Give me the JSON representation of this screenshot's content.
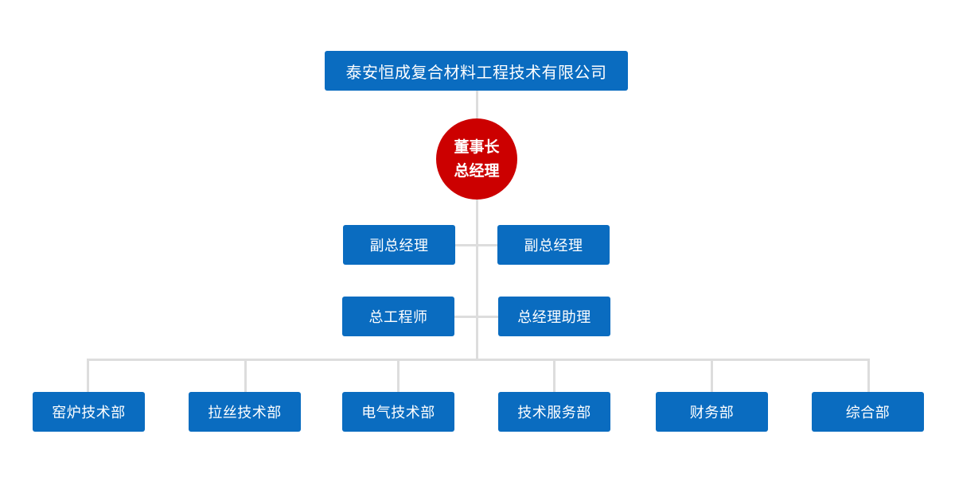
{
  "org": {
    "company": "泰安恒成复合材料工程技术有限公司",
    "chairman": {
      "line1": "董事长",
      "line2": "总经理"
    },
    "deputies": [
      "副总经理",
      "副总经理"
    ],
    "second_row": [
      "总工程师",
      "总经理助理"
    ],
    "departments": [
      "窑炉技术部",
      "拉丝技术部",
      "电气技术部",
      "技术服务部",
      "财务部",
      "综合部"
    ]
  },
  "colors": {
    "box": "#0a6cc0",
    "circle": "#cc0000",
    "connector": "#dddddd"
  }
}
